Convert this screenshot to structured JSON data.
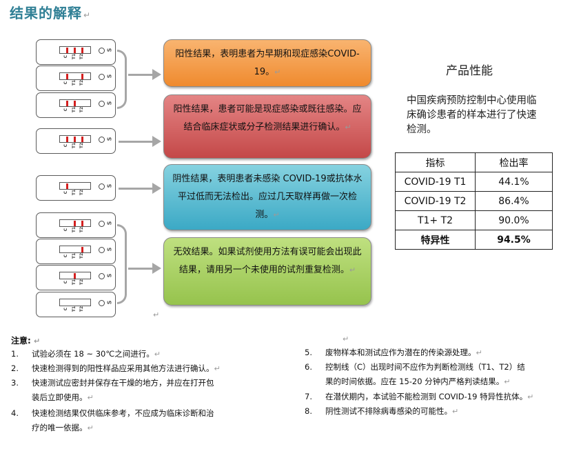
{
  "title": "结果的解释",
  "paragraph_mark": "↵",
  "cassette_labels": {
    "c": "C",
    "t1": "T1",
    "t2": "T2",
    "s": "S"
  },
  "boxes": {
    "positive_early": "阳性结果，表明患者为早期和现症感染COVID-19。",
    "positive_possible": "阳性结果，患者可能是现症感染或既往感染。应结合临床症状或分子检测结果进行确认。",
    "negative": "阴性结果，表明患者未感染 COVID-19或抗体水平过低而无法检出。应过几天取样再做一次检测。",
    "invalid": "无效结果。如果试剂使用方法有误可能会出现此结果，请用另一个未使用的试剂重复检测。"
  },
  "product": {
    "title": "产品性能",
    "description": "中国疾病预防控制中心使用临床确诊患者的样本进行了快速检测。",
    "table": {
      "headers": [
        "指标",
        "检出率"
      ],
      "rows": [
        [
          "COVID-19 T1",
          "44.1%"
        ],
        [
          "COVID-19 T2",
          "86.4%"
        ],
        [
          "T1+ T2",
          "90.0%"
        ],
        [
          "特异性",
          "94.5%"
        ]
      ]
    }
  },
  "notes": {
    "heading": "注意:",
    "items": [
      {
        "num": "1.",
        "text": "试验必须在 18 ~ 30℃之间进行。"
      },
      {
        "num": "2.",
        "text": "快速检测得到的阳性样品应采用其他方法进行确认。"
      },
      {
        "num": "3.",
        "text": "快速测试应密封并保存在干燥的地方，并应在打开包",
        "text2": "装后立即使用。"
      },
      {
        "num": "4.",
        "text": "快速检测结果仅供临床参考，不应成为临床诊断和治",
        "text2": "疗的唯一依据。"
      },
      {
        "num": "5.",
        "text": "废物样本和测试应作为潜在的传染源处理。"
      },
      {
        "num": "6.",
        "text": "控制线（C）出现时间不应作为判断检测线（T1、T2）结",
        "text2": "果的时间依据。应在 15-20 分钟内严格判读结果。"
      },
      {
        "num": "7.",
        "text": "在潜伏期内，本试验不能检测到 COVID-19 特异性抗体。"
      },
      {
        "num": "8.",
        "text": "阴性测试不排除病毒感染的可能性。"
      }
    ]
  },
  "colors": {
    "title": "#2f7f95",
    "line": "#d41f1f",
    "orange": "#ef8a2e",
    "red": "#c44848",
    "blue": "#3ba9c5",
    "green": "#96c34d"
  }
}
